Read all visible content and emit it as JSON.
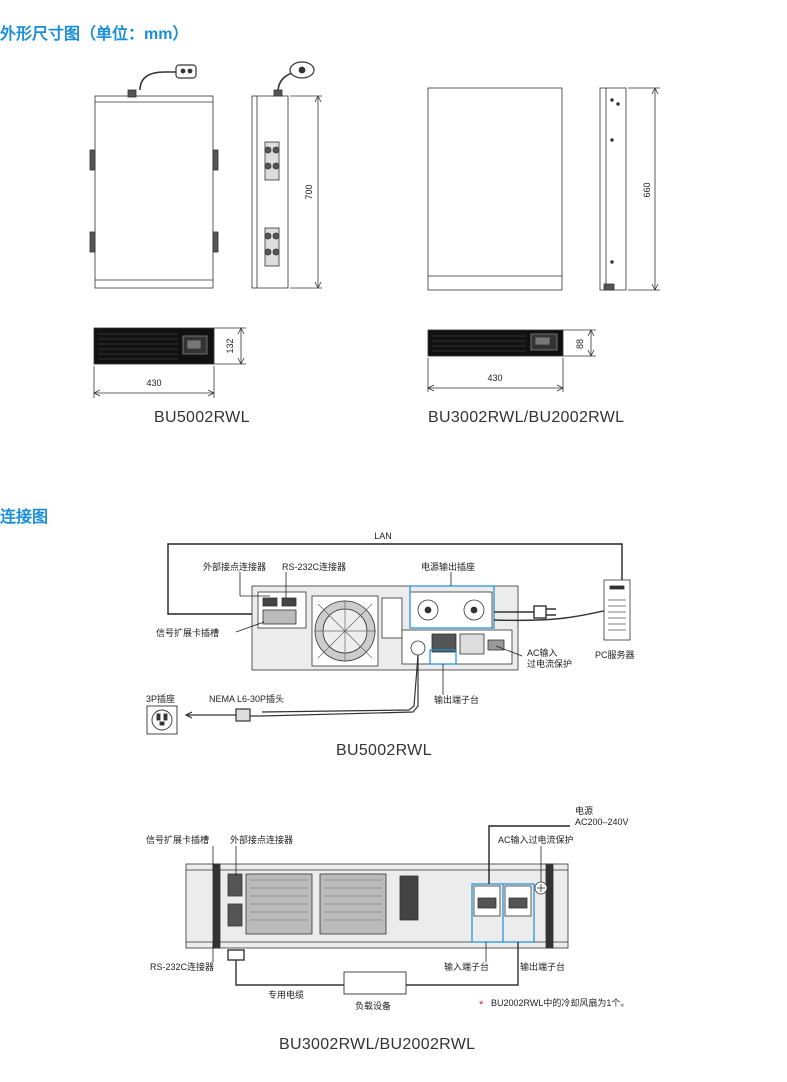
{
  "sections": {
    "dimensions_title": "外形尺寸图（单位：mm）",
    "connection_title": "连接图"
  },
  "dimension_drawings": {
    "bu5002": {
      "caption": "BU5002RWL",
      "depth": "700",
      "height": "132",
      "width": "430"
    },
    "bu3002": {
      "caption": "BU3002RWL/BU2002RWL",
      "depth": "660",
      "height": "88",
      "width": "430"
    }
  },
  "connection_bu5002": {
    "caption": "BU5002RWL",
    "lan": "LAN",
    "external_contact": "外部接点连接器",
    "rs232c": "RS-232C连接器",
    "power_output_socket": "电源输出插座",
    "signal_slot": "信号扩展卡插槽",
    "ac_input": "AC输入",
    "overcurrent": "过电流保护",
    "pc_server": "PC服务器",
    "socket_3p": "3P插座",
    "nema_plug": "NEMA L6-30P插头",
    "output_terminal": "输出端子台"
  },
  "connection_bu3002": {
    "caption": "BU3002RWL/BU2002RWL",
    "power_source": "电源",
    "voltage": "AC200–240V",
    "ac_input_protection": "AC输入过电流保护",
    "signal_slot": "信号扩展卡插槽",
    "external_contact": "外部接点连接器",
    "rs232c": "RS-232C连接器",
    "input_terminal": "输入端子台",
    "output_terminal": "输出端子台",
    "dedicated_cable": "专用电缆",
    "load_device": "负载设备",
    "note_mark": "*",
    "note": "BU2002RWL中的冷却风扇为1个。"
  }
}
